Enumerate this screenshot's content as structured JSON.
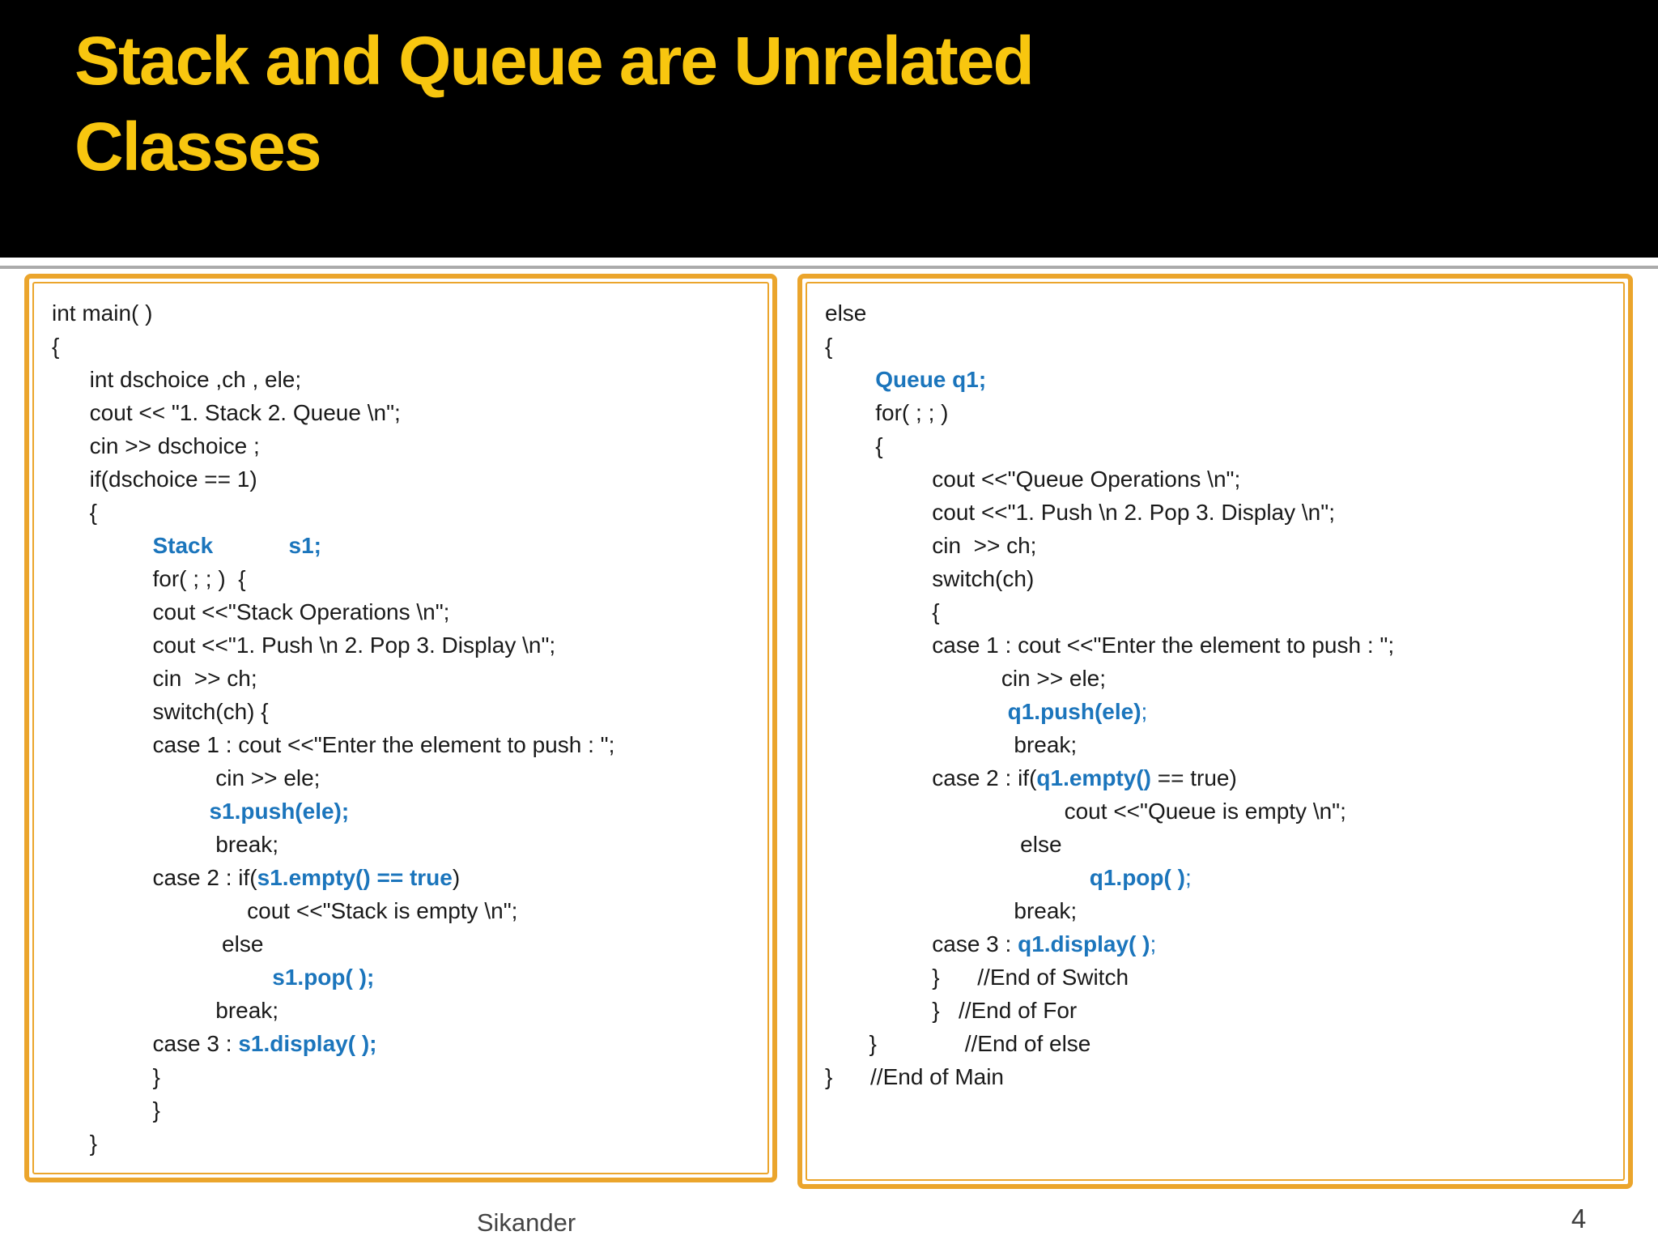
{
  "header": {
    "title": "Stack and Queue are Unrelated\nClasses"
  },
  "colors": {
    "title_yellow": "#F8C60F",
    "code_blue": "#1B75BC",
    "gold": "#EBA52C",
    "divider_gray": "#ABABAB"
  },
  "footer": {
    "author": "Sikander",
    "page_number": "4"
  },
  "code_left": {
    "lines": [
      [
        [
          "p",
          "int main( )"
        ]
      ],
      [
        [
          "p",
          "{"
        ]
      ],
      [
        [
          "p",
          "      int dschoice ,ch , ele;"
        ]
      ],
      [
        [
          "p",
          "      cout << \"1. Stack 2. Queue \\n\";"
        ]
      ],
      [
        [
          "p",
          "      cin >> dschoice ;"
        ]
      ],
      [
        [
          "p",
          "      if(dschoice == 1)"
        ]
      ],
      [
        [
          "p",
          "      {"
        ]
      ],
      [
        [
          "p",
          "                "
        ],
        [
          "b",
          "Stack            s1;"
        ]
      ],
      [
        [
          "p",
          "                for( ; ; )  {"
        ]
      ],
      [
        [
          "p",
          "                cout <<\"Stack Operations \\n\";"
        ]
      ],
      [
        [
          "p",
          "                cout <<\"1. Push \\n 2. Pop 3. Display \\n\";"
        ]
      ],
      [
        [
          "p",
          "                cin  >> ch;"
        ]
      ],
      [
        [
          "p",
          "                switch(ch) {"
        ]
      ],
      [
        [
          "p",
          "                case 1 : cout <<\"Enter the element to push : \";"
        ]
      ],
      [
        [
          "p",
          "                          cin >> ele;"
        ]
      ],
      [
        [
          "p",
          "                         "
        ],
        [
          "b",
          "s1.push(ele);"
        ]
      ],
      [
        [
          "p",
          "                          break;"
        ]
      ],
      [
        [
          "p",
          "                case 2 : if("
        ],
        [
          "b",
          "s1.empty() == true"
        ],
        [
          "p",
          ")"
        ]
      ],
      [
        [
          "p",
          "                               cout <<\"Stack is empty \\n\";"
        ]
      ],
      [
        [
          "p",
          "                           else"
        ]
      ],
      [
        [
          "p",
          "                                   "
        ],
        [
          "b",
          "s1.pop( );"
        ]
      ],
      [
        [
          "p",
          "                          break;"
        ]
      ],
      [
        [
          "p",
          "                case 3 : "
        ],
        [
          "b",
          "s1.display( );"
        ]
      ],
      [
        [
          "p",
          "                }"
        ]
      ],
      [
        [
          "p",
          "                }"
        ]
      ],
      [
        [
          "p",
          "      }"
        ]
      ]
    ]
  },
  "code_right": {
    "lines": [
      [
        [
          "p",
          "else"
        ]
      ],
      [
        [
          "p",
          "{"
        ]
      ],
      [
        [
          "p",
          "        "
        ],
        [
          "b",
          "Queue q1;"
        ]
      ],
      [
        [
          "p",
          "        for( ; ; )"
        ]
      ],
      [
        [
          "p",
          "        {"
        ]
      ],
      [
        [
          "p",
          "                 cout <<\"Queue Operations \\n\";"
        ]
      ],
      [
        [
          "p",
          "                 cout <<\"1. Push \\n 2. Pop 3. Display \\n\";"
        ]
      ],
      [
        [
          "p",
          "                 cin  >> ch;"
        ]
      ],
      [
        [
          "p",
          "                 switch(ch)"
        ]
      ],
      [
        [
          "p",
          "                 {"
        ]
      ],
      [
        [
          "p",
          "                 case 1 : cout <<\"Enter the element to push : \";"
        ]
      ],
      [
        [
          "p",
          "                            cin >> ele;"
        ]
      ],
      [
        [
          "p",
          "                             "
        ],
        [
          "b",
          "q1.push(ele)"
        ],
        [
          "kn",
          ";"
        ]
      ],
      [
        [
          "p",
          "                              break;"
        ]
      ],
      [
        [
          "p",
          "                 case 2 : if("
        ],
        [
          "b",
          "q1.empty()"
        ],
        [
          "p",
          " == true)"
        ]
      ],
      [
        [
          "p",
          "                                      cout <<\"Queue is empty \\n\";"
        ]
      ],
      [
        [
          "p",
          "                               else"
        ]
      ],
      [
        [
          "p",
          "                                          "
        ],
        [
          "b",
          "q1.pop( )"
        ],
        [
          "kn",
          ";"
        ]
      ],
      [
        [
          "p",
          "                              break;"
        ]
      ],
      [
        [
          "p",
          "                 case 3 : "
        ],
        [
          "b",
          "q1.display( )"
        ],
        [
          "kn",
          ";"
        ]
      ],
      [
        [
          "p",
          "                 }      //End of Switch"
        ]
      ],
      [
        [
          "p",
          "                 }   //End of For"
        ]
      ],
      [
        [
          "p",
          "       }              //End of else"
        ]
      ],
      [
        [
          "p",
          "}      //End of Main"
        ]
      ]
    ]
  }
}
